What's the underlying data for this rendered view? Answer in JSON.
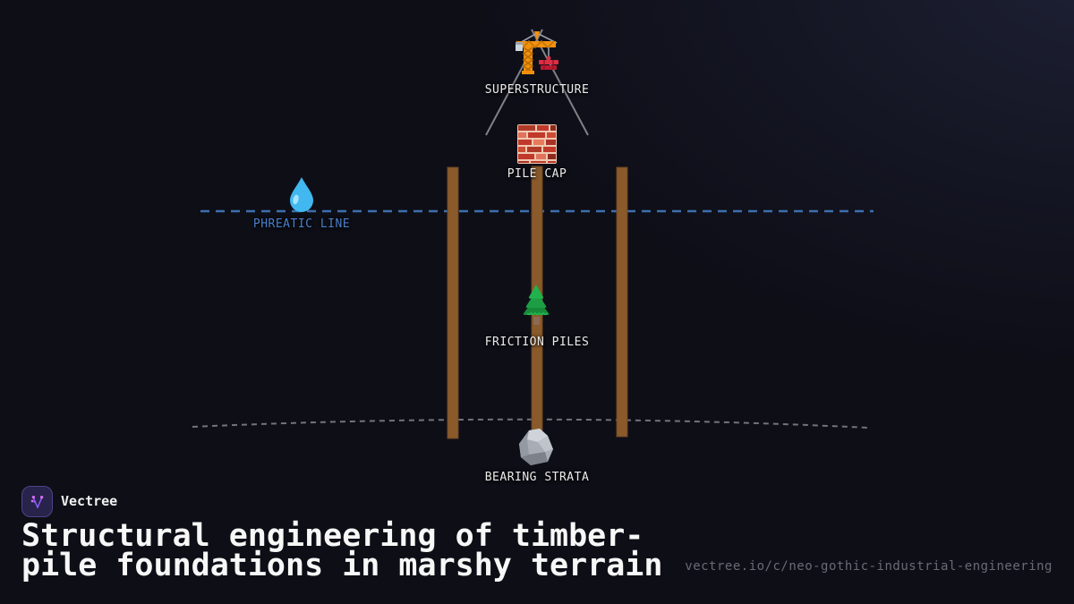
{
  "brand": {
    "name": "Vectree",
    "logo_icon": "vectree-branch-icon",
    "logo_color": "#8b5cf6",
    "logo_dot_color": "#d36ef0"
  },
  "title": "Structural engineering of timber-pile foundations in marshy terrain",
  "url": "vectree.io/c/neo-gothic-industrial-engineering",
  "diagram": {
    "nodes": [
      {
        "id": "superstructure",
        "label": "SUPERSTRUCTURE",
        "icon": "crane-icon"
      },
      {
        "id": "pile_cap",
        "label": "PILE CAP",
        "icon": "brick-icon"
      },
      {
        "id": "phreatic_line",
        "label": "PHREATIC LINE",
        "icon": "droplet-icon",
        "label_color": "#4a80c8"
      },
      {
        "id": "friction_piles",
        "label": "FRICTION PILES",
        "icon": "tree-icon"
      },
      {
        "id": "bearing_strata",
        "label": "BEARING STRATA",
        "icon": "rock-icon"
      }
    ],
    "colors": {
      "background": "#0e0e17",
      "pile_brown": "#8a5a2b",
      "phreatic_line_blue": "#3c6fae",
      "bearing_line_gray": "#73737a",
      "load_line_gray": "#8e8e92",
      "label_white": "#ececec",
      "url_gray": "#686b73"
    },
    "pile_count": 3
  }
}
